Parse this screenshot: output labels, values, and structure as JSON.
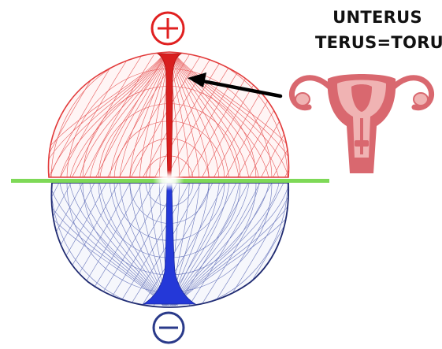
{
  "labels": {
    "line1": "UNTERUS",
    "line2": "TERUS=TORU"
  },
  "symbols": {
    "top": "positive-sign",
    "bottom": "negative-sign"
  },
  "colors": {
    "upper_mesh": "#e23a3a",
    "upper_core": "#d81e1e",
    "lower_mesh": "#3e4fa8",
    "lower_core": "#2438d8",
    "equator": "#7ed957",
    "uterus": "#d9686f",
    "uterus_light": "#f0b3b3",
    "arrow": "#000000"
  }
}
